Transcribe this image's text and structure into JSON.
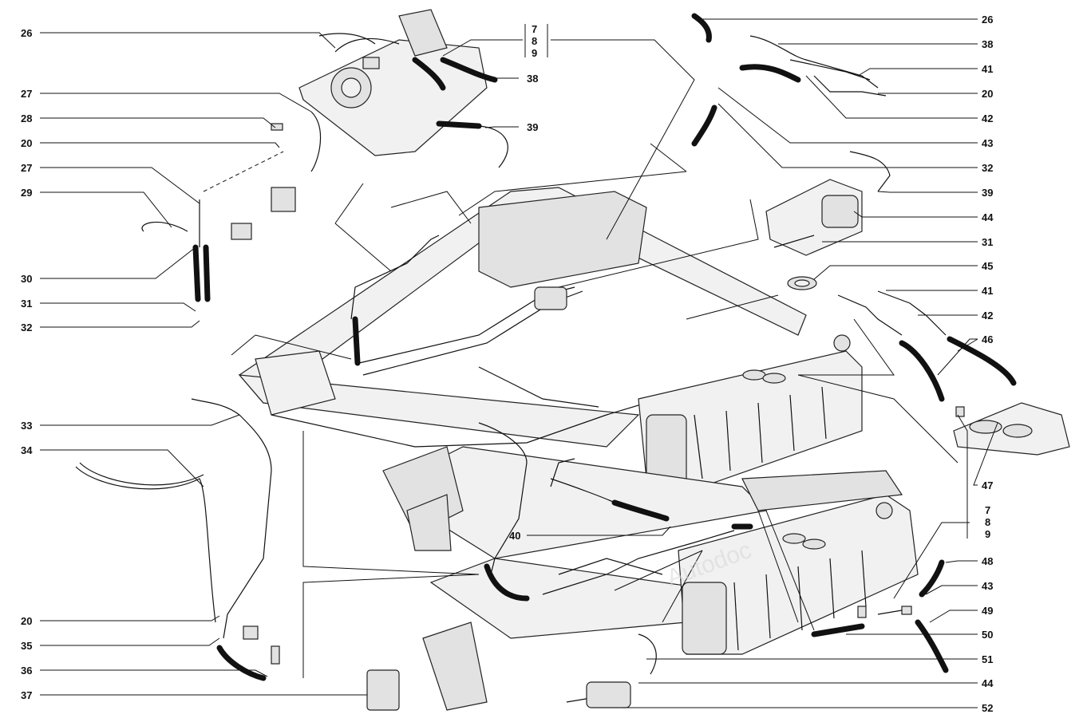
{
  "diagram": {
    "labels_left": [
      "26",
      "27",
      "28",
      "20",
      "27",
      "29",
      "30",
      "31",
      "32",
      "33",
      "34",
      "20",
      "35",
      "36",
      "37"
    ],
    "labels_right": [
      "26",
      "38",
      "41",
      "20",
      "42",
      "43",
      "32",
      "39",
      "44",
      "31",
      "45",
      "41",
      "42",
      "46",
      "47",
      "48",
      "43",
      "49",
      "50",
      "51",
      "44",
      "52"
    ],
    "labels_inner": [
      "38",
      "39",
      "40"
    ],
    "group_top": [
      "7",
      "8",
      "9"
    ],
    "group_right": [
      "7",
      "8",
      "9"
    ],
    "watermark": "Autodoc"
  }
}
